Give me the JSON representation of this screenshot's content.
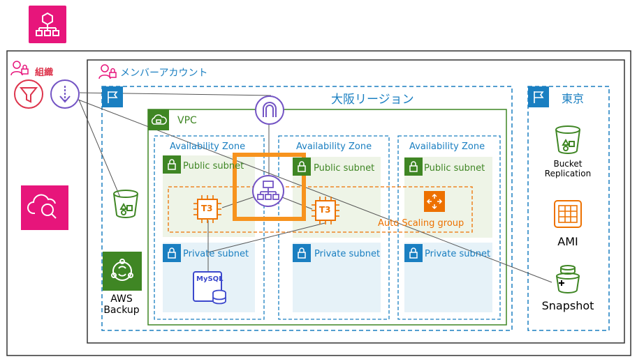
{
  "org": {
    "label": "組織"
  },
  "member_account": {
    "label": "メンバーアカウント"
  },
  "osaka_region": {
    "label": "大阪リージョン"
  },
  "tokyo": {
    "label": "東京"
  },
  "vpc": {
    "label": "VPC"
  },
  "zones": [
    {
      "label": "Availability Zone",
      "public": "Public subnet",
      "private": "Private subnet"
    },
    {
      "label": "Availability Zone",
      "public": "Public subnet",
      "private": "Private subnet"
    },
    {
      "label": "Availability Zone",
      "public": "Public subnet",
      "private": "Private subnet"
    }
  ],
  "asg": {
    "label": "Auto Scaling group"
  },
  "ec2": {
    "label": "T3"
  },
  "db": {
    "label": "MySQL"
  },
  "backup": {
    "label": "AWS Backup"
  },
  "tokyo_items": {
    "bucket": "Bucket Replication",
    "ami": "AMI",
    "snapshot": "Snapshot"
  },
  "colors": {
    "aws_blue": "#147EBA",
    "vpc_green": "#3F8624",
    "orange": "#ED7100",
    "pink": "#E7157B",
    "red": "#DD344C",
    "purple": "#7354C4",
    "highlight": "#F7931E",
    "public_bg": "#EEF4E7",
    "private_bg": "#E6F2F8"
  }
}
